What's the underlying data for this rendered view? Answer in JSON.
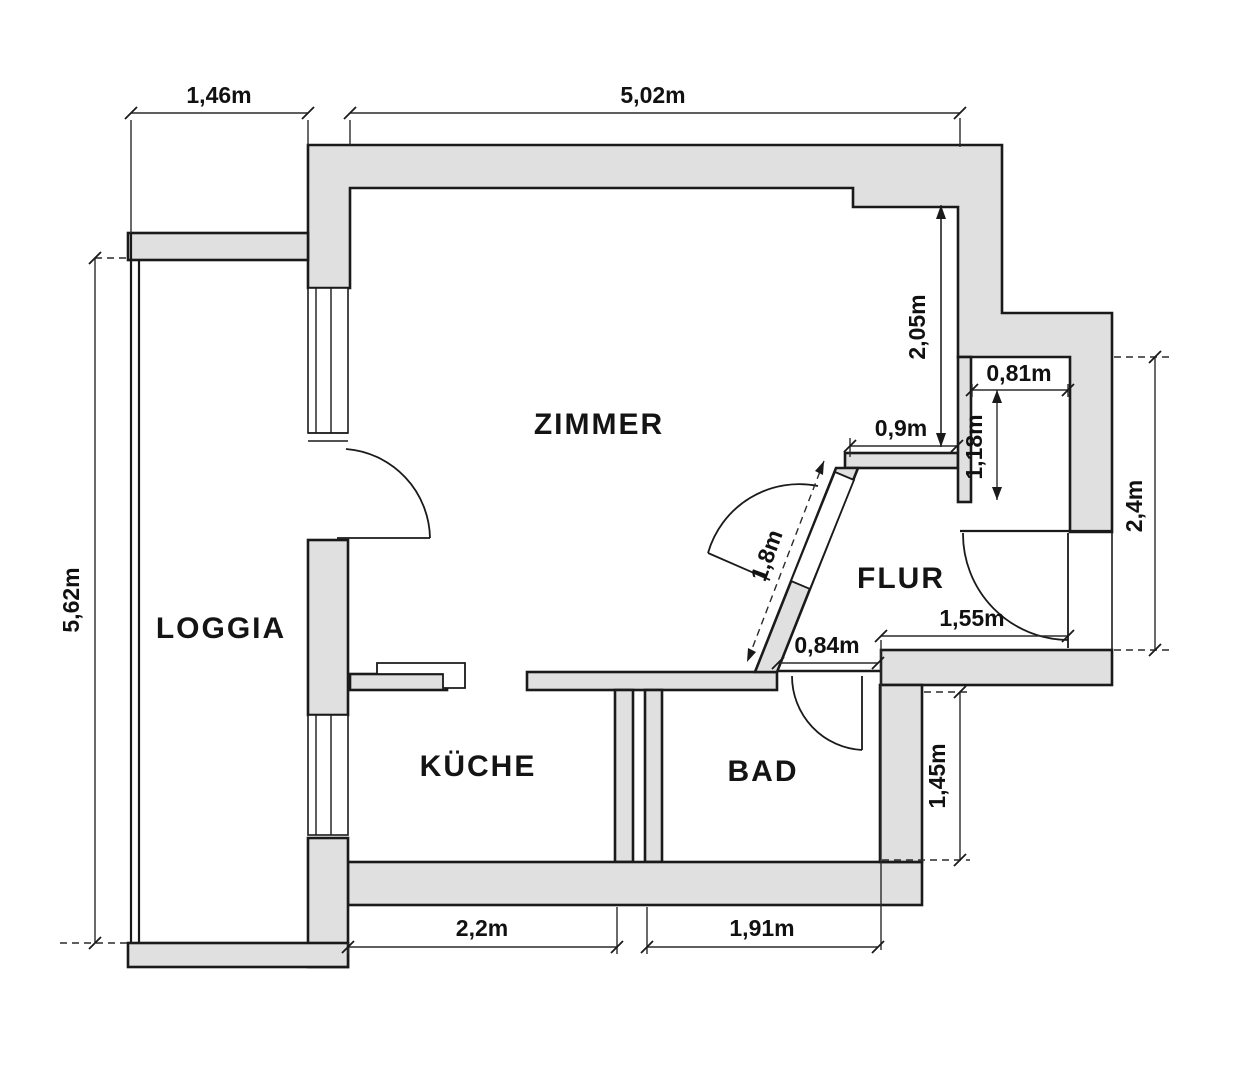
{
  "plan": {
    "type": "apartment-floor-plan",
    "rooms": {
      "zimmer": "ZIMMER",
      "loggia": "LOGGIA",
      "kueche": "KÜCHE",
      "bad": "BAD",
      "flur": "FLUR"
    },
    "dimensions": {
      "loggia_width": "1,46m",
      "zimmer_width": "5,02m",
      "loggia_height": "5,62m",
      "zimmer_right_height": "2,05m",
      "niche_width": "0,81m",
      "niche_depth": "1,18m",
      "flur_top_opening": "0,9m",
      "flur_right_height": "2,4m",
      "zimmer_flur_door": "1,8m",
      "flur_width": "1,55m",
      "bad_door": "0,84m",
      "bad_height": "1,45m",
      "kueche_width": "2,2m",
      "bad_width": "1,91m"
    },
    "colors": {
      "wall_fill": "#e0e0e0",
      "line": "#1a1a1a",
      "dim_line": "#2a2a2a",
      "background": "#ffffff"
    }
  }
}
